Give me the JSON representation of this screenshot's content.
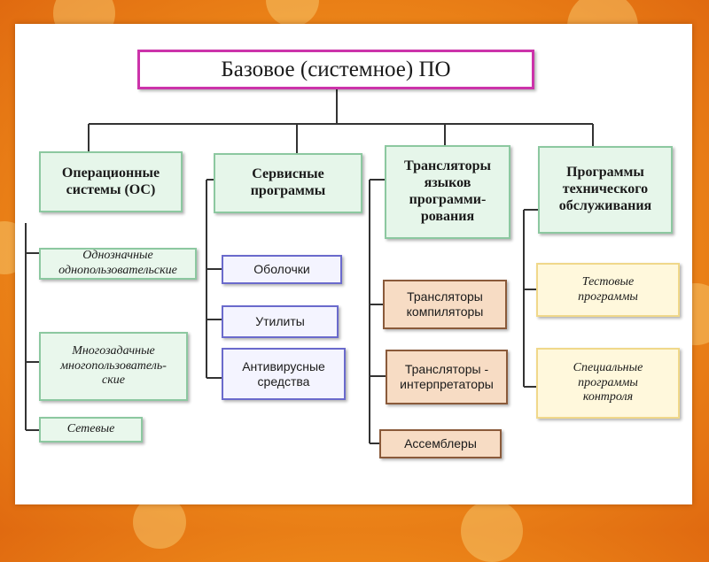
{
  "root": {
    "label": "Базовое (системное) ПО"
  },
  "categories": [
    {
      "label": "Операционные\nсистемы (ОС)",
      "items": [
        "Однозначные\nоднопользовательские",
        "Многозадачные\nмногопользователь-\nские",
        "Сетевые"
      ]
    },
    {
      "label": "Сервисные\nпрограммы",
      "items": [
        "Оболочки",
        "Утилиты",
        "Антивирусные\nсредства"
      ]
    },
    {
      "label": "Трансляторы\nязыков\nпрограмми-\nрования",
      "items": [
        "Трансляторы\nкомпиляторы",
        "Трансляторы -\nинтерпретаторы",
        "Ассемблеры"
      ]
    },
    {
      "label": "Программы\nтехнического\nобслуживания",
      "items": [
        "Тестовые\nпрограммы",
        "Специальные\nпрограммы\nконтроля"
      ]
    }
  ]
}
